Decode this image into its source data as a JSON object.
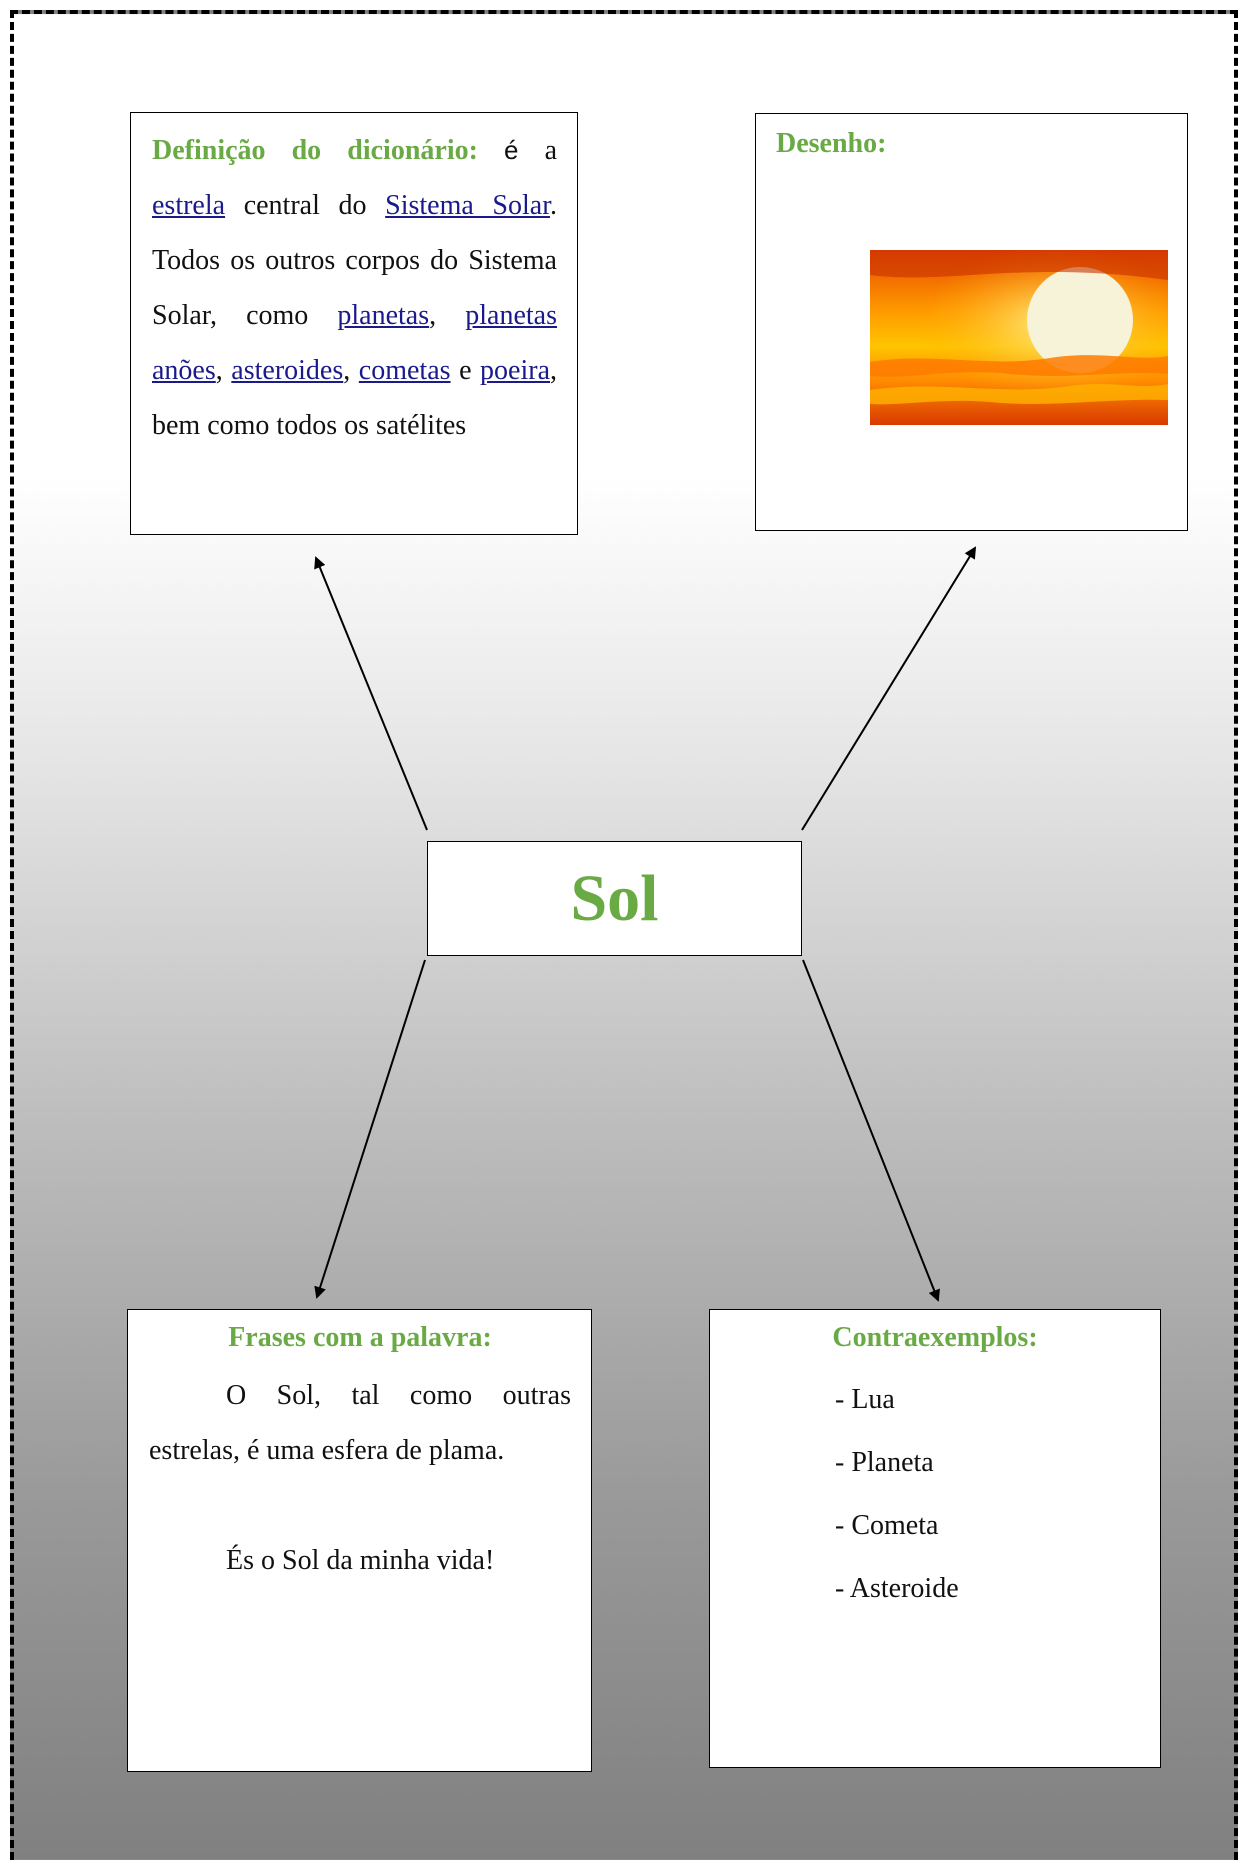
{
  "center": {
    "title": "Sol"
  },
  "definition": {
    "heading": "Definição do dicionário:",
    "first_word": "é",
    "parts": [
      {
        "t": "a ",
        "link": false
      },
      {
        "t": "estrela",
        "link": true
      },
      {
        "t": " central do ",
        "link": false
      },
      {
        "t": "Sistema Solar",
        "link": true
      },
      {
        "t": ". Todos os outros corpos do Sistema Solar, como ",
        "link": false
      },
      {
        "t": "planetas",
        "link": true
      },
      {
        "t": ", ",
        "link": false
      },
      {
        "t": "planetas anões",
        "link": true
      },
      {
        "t": ", ",
        "link": false
      },
      {
        "t": "asteroides",
        "link": true
      },
      {
        "t": ", ",
        "link": false
      },
      {
        "t": "cometas",
        "link": true
      },
      {
        "t": " e ",
        "link": false
      },
      {
        "t": "poeira",
        "link": true
      },
      {
        "t": ", bem como todos os satélites",
        "link": false
      }
    ]
  },
  "drawing": {
    "heading": "Desenho:"
  },
  "sentences": {
    "heading": "Frases com a palavra:",
    "sentence1": "O Sol, tal como outras estrelas, é uma esfera de plama.",
    "sentence2": "És o Sol da minha vida!"
  },
  "counterexamples": {
    "heading": "Contraexemplos:",
    "items": [
      "- Lua",
      "- Planeta",
      "- Cometa",
      "- Asteroide"
    ]
  },
  "colors": {
    "heading": "#6aaa45",
    "link": "#1a1a8c",
    "border": "#000000"
  }
}
